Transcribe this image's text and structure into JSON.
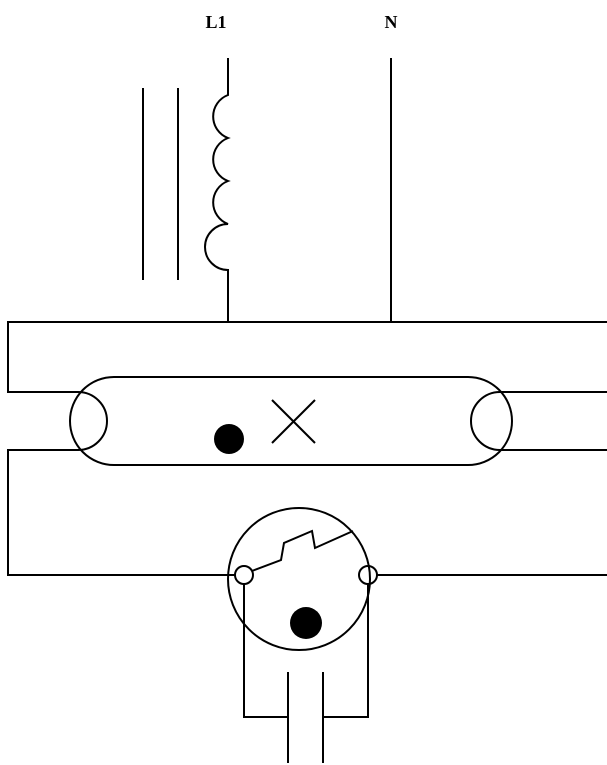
{
  "diagram": {
    "labels": {
      "line": "L1",
      "neutral": "N"
    },
    "colors": {
      "stroke": "#000000",
      "background": "#ffffff"
    },
    "components": [
      "ballast-inductor",
      "ballast-core",
      "fluorescent-tube",
      "tube-filament-left",
      "tube-filament-right",
      "starter"
    ]
  }
}
